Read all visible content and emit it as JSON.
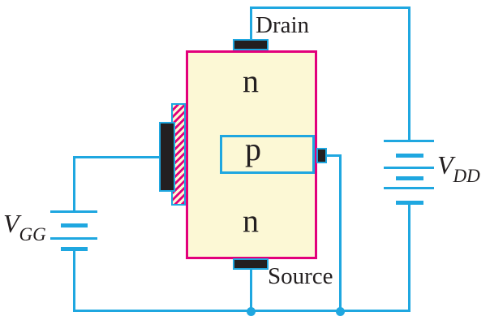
{
  "diagram": {
    "terminals": {
      "drain_label": "Drain",
      "source_label": "Source"
    },
    "regions": {
      "top": "n",
      "middle": "p",
      "bottom": "n"
    },
    "supplies": {
      "gate": {
        "symbol": "V",
        "subscript": "GG"
      },
      "drain": {
        "symbol": "V",
        "subscript": "DD"
      }
    },
    "colors": {
      "wire": "#1FA7E0",
      "outline": "#E2007C",
      "fill": "#FCF8D5",
      "ink": "#231F20",
      "bg": "#FFFFFF"
    }
  }
}
